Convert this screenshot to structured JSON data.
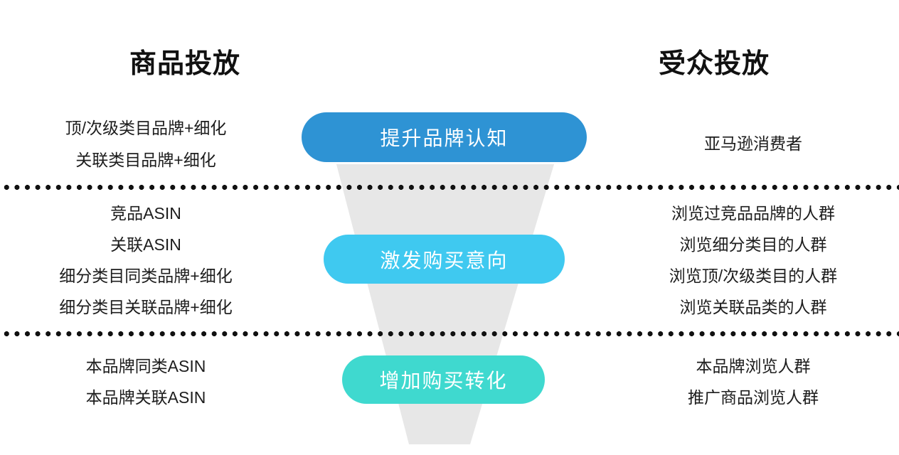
{
  "headers": {
    "left": "商品投放",
    "right": "受众投放"
  },
  "colors": {
    "stage_awareness": "#2e93d4",
    "stage_consideration": "#3fc9f0",
    "stage_conversion": "#3fd9cf",
    "funnel_fill": "#e7e7e7",
    "divider_dot": "#111111",
    "text": "#1d1d1d",
    "background": "#ffffff"
  },
  "stages": [
    {
      "id": "awareness",
      "label": "提升品牌认知",
      "product_targets": [
        "顶/次级类目品牌+细化",
        "关联类目品牌+细化"
      ],
      "audience_targets": [
        "亚马逊消费者"
      ]
    },
    {
      "id": "consideration",
      "label": "激发购买意向",
      "product_targets": [
        "竞品ASIN",
        "关联ASIN",
        "细分类目同类品牌+细化",
        "细分类目关联品牌+细化"
      ],
      "audience_targets": [
        "浏览过竞品品牌的人群",
        "浏览细分类目的人群",
        "浏览顶/次级类目的人群",
        "浏览关联品类的人群"
      ]
    },
    {
      "id": "conversion",
      "label": "增加购买转化",
      "product_targets": [
        "本品牌同类ASIN",
        "本品牌关联ASIN"
      ],
      "audience_targets": [
        "本品牌浏览人群",
        "推广商品浏览人群"
      ]
    }
  ]
}
